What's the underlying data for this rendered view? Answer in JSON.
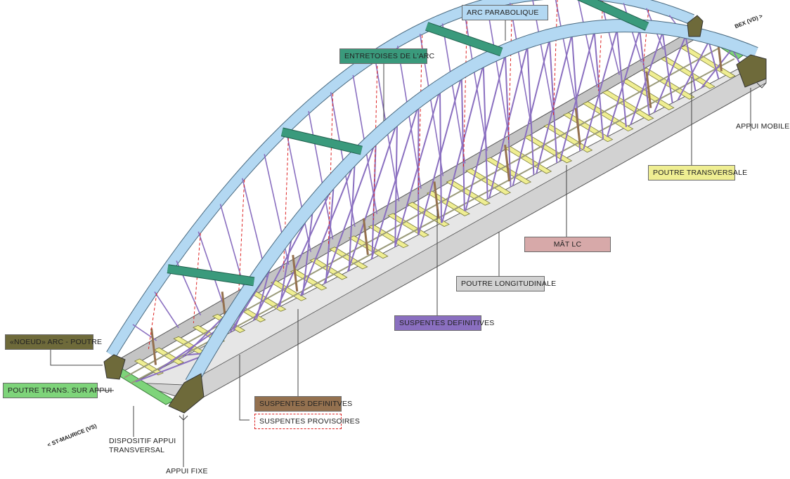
{
  "labels": {
    "arc_parabolique": "ARC PARABOLIQUE",
    "entretoises": "ENTRETOISES DE L'ARC",
    "noeud": "«NOEUD» ARC - POUTRE",
    "poutre_trans_appui": "POUTRE TRANS. SUR APPUI",
    "appui_mobile": "APPUI MOBILE",
    "poutre_transversale": "POUTRE TRANSVERSALE",
    "mat_lc": "MÂT LC",
    "poutre_longitudinale": "POUTRE LONGITUDINALE",
    "suspentes_definitives": "SUSPENTES DEFINITIVES",
    "suspentes_definitves_2": "SUSPENTES DEFINITVES",
    "suspentes_provisoires": "SUSPENTES PROVISOIRES",
    "dispositif_line1": "DISPOSITIF APPUI",
    "dispositif_line2": "TRANSVERSAL",
    "appui_fixe": "APPUI FIXE",
    "bex": "BEX (VD) >",
    "st_maurice": "< ST-MAURICE (VS)"
  },
  "colors": {
    "arc": "#b3d8f2",
    "entretoise": "#3a9a7c",
    "noeud": "#6e6a3a",
    "poutre_trans_appui": "#7ed47a",
    "poutre_transversale": "#efee92",
    "mat_lc": "#d7a9a9",
    "poutre_longitudinale": "#d2d2d2",
    "suspente_def": "#8a6fc0",
    "suspente_brown": "#94714f",
    "suspente_prov": "#dd2222"
  }
}
